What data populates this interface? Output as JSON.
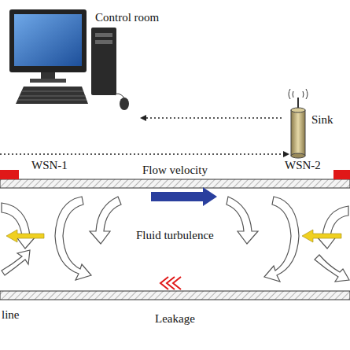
{
  "diagram": {
    "nodes": [
      {
        "text": [
          "Control room"
        ]
      },
      {
        "text": [
          "Sink"
        ]
      }
    ],
    "edges": [
      {
        "from": 1,
        "to": 0,
        "arrow": "to"
      }
    ],
    "labels": [
      "WSN-1",
      "Flow velocity",
      "WSN-2",
      "Fluid turbulence",
      "line",
      "Leakage"
    ]
  }
}
